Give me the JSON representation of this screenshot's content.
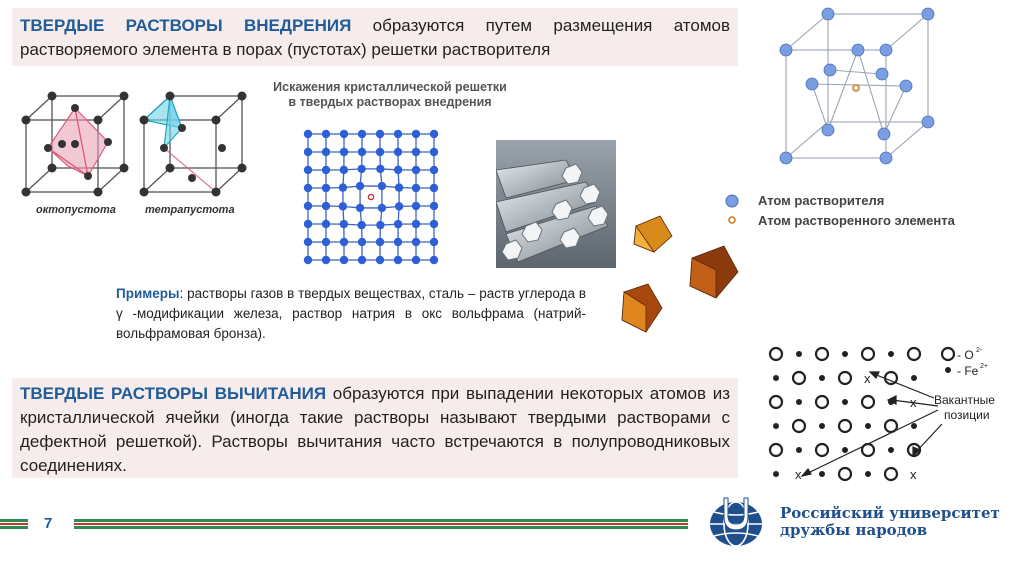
{
  "box1": {
    "title": "ТВЕРДЫЕ РАСТВОРЫ ВНЕДРЕНИЯ",
    "text": " образуются путем размещения атомов растворяемого элемента в порах (пустотах) решетки растворителя"
  },
  "captions": {
    "octa": "октопустота",
    "tetra": "тетрапустота"
  },
  "distortion": {
    "title_line1": "Искажения кристаллической решетки",
    "title_line2": "в твердых растворах внедрения"
  },
  "legend": {
    "solvent": "Атом растворителя",
    "solute": "Атом растворенного элемента"
  },
  "examples": {
    "label": "Примеры",
    "text": ": растворы газов в твердых веществах, сталь – раств углерода в γ -модификации железа, раствор натрия в окс вольфрама (натрий-вольфрамовая бронза)."
  },
  "box2": {
    "title": "ТВЕРДЫЕ РАСТВОРЫ ВЫЧИТАНИЯ",
    "text": " образуются при выпадении некоторых атомов из кристаллической ячейки (иногда такие растворы называют твердыми растворами с дефектной решеткой). Растворы вычитания часто встречаются в полупроводниковых соединениях."
  },
  "defect_diagram": {
    "legend_o": "- O",
    "legend_o_sup": "2-",
    "legend_fe": "- Fe",
    "legend_fe_sup": "2+",
    "vacancy_label_line1": "Вакантные",
    "vacancy_label_line2": "позиции",
    "vacancy_mark": "x"
  },
  "footer": {
    "page_number": "7",
    "university_line1": "Российский университет",
    "university_line2": "дружбы народов"
  },
  "colors": {
    "accent_blue": "#1f5c99",
    "box_bg": "#f7ecec",
    "stripe_red": "#c0392b",
    "stripe_green": "#2e8b57"
  }
}
